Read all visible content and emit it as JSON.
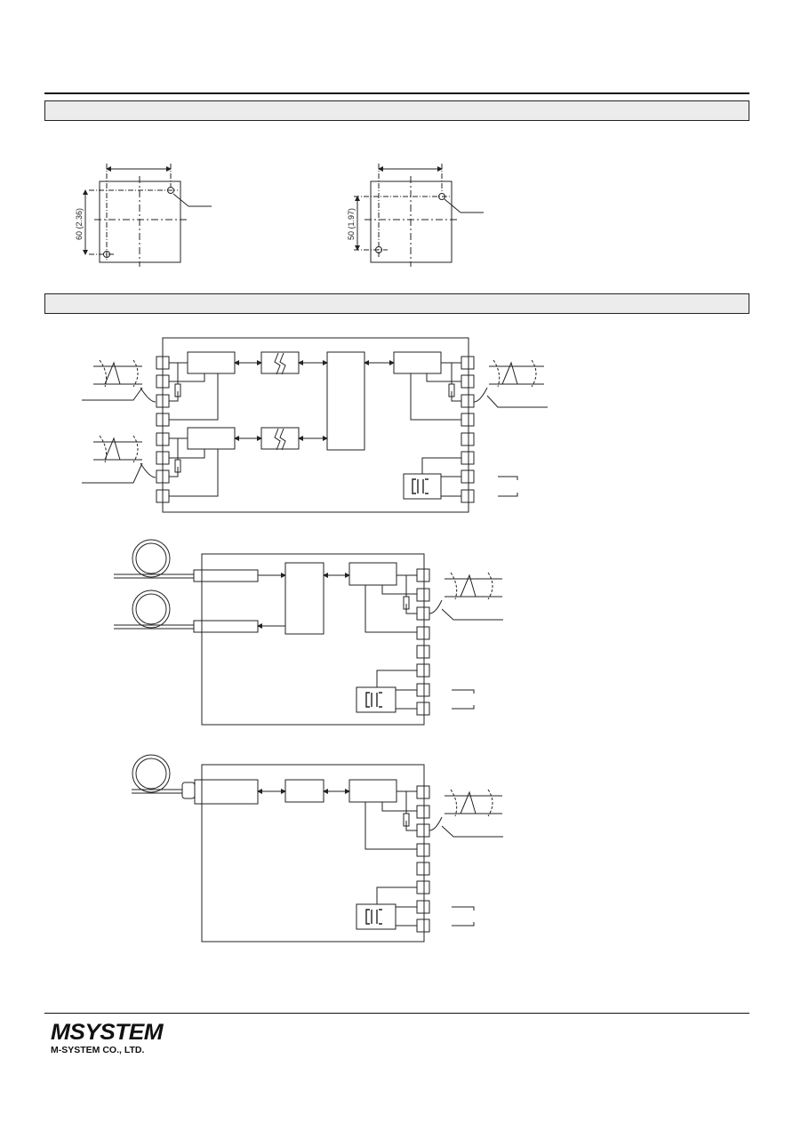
{
  "mounting": {
    "left_dimension_label": "60 (2.36)",
    "right_dimension_label": "50 (1.97)"
  },
  "footer": {
    "logo_text": "MSYSTEM",
    "company": "M-SYSTEM CO., LTD."
  }
}
